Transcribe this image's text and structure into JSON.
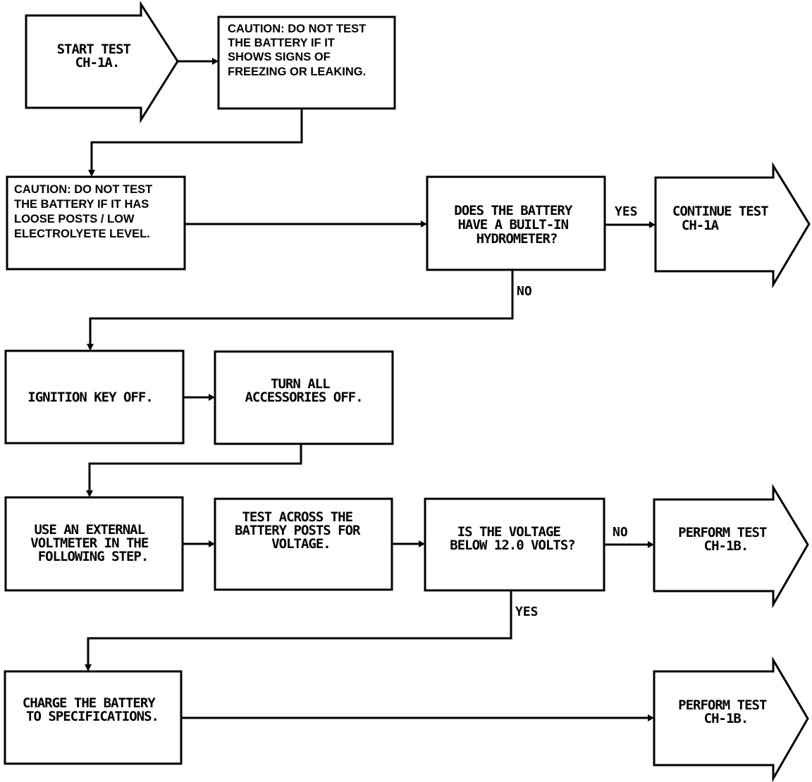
{
  "nodes": {
    "start": [
      "START TEST",
      "CH-1A."
    ],
    "caution1": [
      "CAUTION:  DO NOT TEST",
      "THE BATTERY IF IT",
      "SHOWS SIGNS OF",
      "FREEZING OR LEAKING."
    ],
    "caution2": [
      "CAUTION:  DO NOT TEST",
      "THE BATTERY IF IT HAS",
      "LOOSE POSTS / LOW",
      "ELECTROLYETE LEVEL."
    ],
    "hydrometer": [
      "DOES THE BATTERY",
      "HAVE A BUILT-IN",
      "HYDROMETER?"
    ],
    "continue": [
      "CONTINUE TEST",
      "CH-1A"
    ],
    "ignition": [
      "IGNITION KEY OFF."
    ],
    "accessories": [
      "TURN ALL",
      "ACCESSORIES OFF."
    ],
    "voltmeter": [
      "USE AN EXTERNAL",
      "VOLTMETER IN THE",
      "FOLLOWING STEP."
    ],
    "test_posts": [
      "TEST ACROSS THE",
      "BATTERY POSTS FOR",
      "VOLTAGE."
    ],
    "voltage_check": [
      "IS THE VOLTAGE",
      "BELOW 12.0 VOLTS?"
    ],
    "perform1": [
      "PERFORM TEST",
      "CH-1B."
    ],
    "charge": [
      "CHARGE THE BATTERY",
      "TO SPECIFICATIONS."
    ],
    "perform2": [
      "PERFORM TEST",
      "CH-1B."
    ]
  },
  "edge_labels": {
    "hydro_yes": "YES",
    "hydro_no": "NO",
    "voltage_no": "NO",
    "voltage_yes": "YES"
  }
}
